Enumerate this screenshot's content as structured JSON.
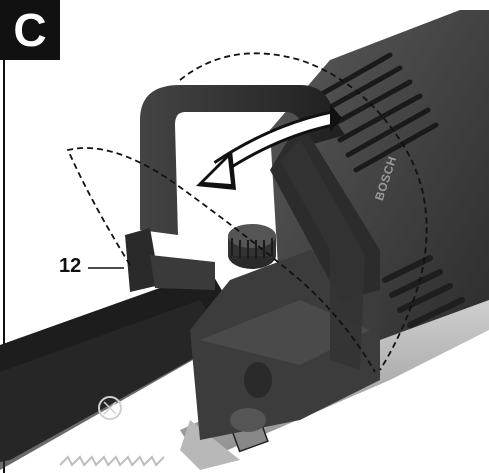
{
  "figure": {
    "badge_letter": "C",
    "callout_number": "12",
    "brand_text": "BOSCH"
  },
  "colors": {
    "body_dark": "#3a3a3a",
    "body_mid": "#4c4c4c",
    "handle": "#2e2e2e",
    "blade": "#1c1c1c",
    "base": "#a8a8a8",
    "badge": "#111111",
    "dashed_outline": "#111111"
  }
}
